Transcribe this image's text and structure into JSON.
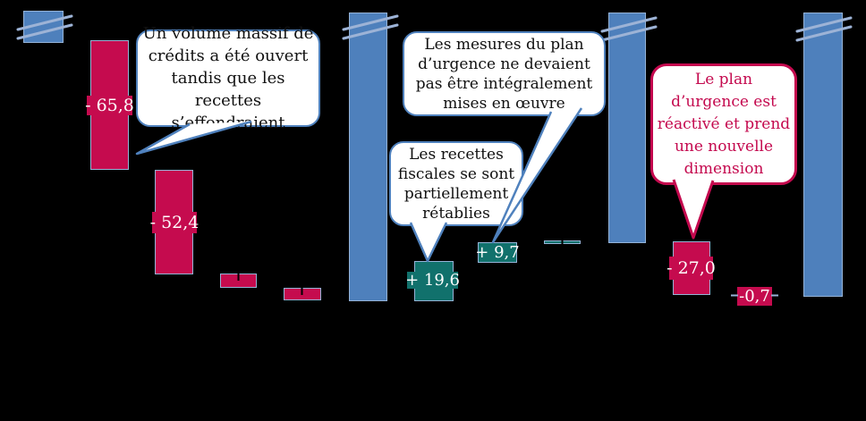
{
  "colors": {
    "background": "#000000",
    "level_bar_blue": "#4E80BC",
    "decrease_bar_red": "#C50B4E",
    "increase_bar_teal": "#11716C",
    "bar_border_light_blue": "#95B3D7",
    "axis_break_mark": "#9DB3D6",
    "callout_border_blue": "#4F81BD",
    "callout_border_red": "#C4094E"
  },
  "chart_data": {
    "type": "waterfall",
    "orientation": "vertical",
    "title": "",
    "xlabel": "",
    "ylabel": "",
    "grid": false,
    "legend": false,
    "value_format": "French decimal comma, labels printed on bars",
    "bars": [
      {
        "index": 0,
        "role": "level",
        "style": "blue",
        "axis_break": true,
        "label": ""
      },
      {
        "index": 1,
        "role": "decrease",
        "style": "red",
        "axis_break": false,
        "label": "- 65,8",
        "value": -65.8
      },
      {
        "index": 2,
        "role": "decrease",
        "style": "red",
        "axis_break": false,
        "label": "- 52,4",
        "value": -52.4
      },
      {
        "index": 3,
        "role": "decrease",
        "style": "red",
        "axis_break": false,
        "label": "",
        "value_estimate": -7
      },
      {
        "index": 4,
        "role": "decrease",
        "style": "red",
        "axis_break": false,
        "label": "",
        "value_estimate": -6
      },
      {
        "index": 5,
        "role": "level",
        "style": "blue",
        "axis_break": true,
        "label": ""
      },
      {
        "index": 6,
        "role": "increase",
        "style": "teal",
        "axis_break": false,
        "label": "+ 19,6",
        "value": 19.6
      },
      {
        "index": 7,
        "role": "increase",
        "style": "teal",
        "axis_break": false,
        "label": "+ 9,7",
        "value": 9.7
      },
      {
        "index": 8,
        "role": "increase",
        "style": "teal",
        "axis_break": false,
        "label": "",
        "value_estimate": 0
      },
      {
        "index": 9,
        "role": "level",
        "style": "blue",
        "axis_break": true,
        "label": ""
      },
      {
        "index": 10,
        "role": "decrease",
        "style": "red",
        "axis_break": false,
        "label": "- 27,0",
        "value": -27.0
      },
      {
        "index": 11,
        "role": "decrease",
        "style": "red",
        "axis_break": false,
        "label": "-0,7",
        "value": -0.7
      },
      {
        "index": 12,
        "role": "level",
        "style": "blue",
        "axis_break": true,
        "label": ""
      }
    ],
    "callouts": [
      {
        "style": "blue",
        "points_to": "bar - 65,8",
        "text": "Un volume massif de\ncrédits a été ouvert\ntandis que les recettes\ns’effondraient"
      },
      {
        "style": "blue",
        "points_to": "bar + 9,7",
        "text": "Les mesures du plan\nd’urgence ne devaient\npas être intégralement\nmises en œuvre"
      },
      {
        "style": "blue",
        "points_to": "bar + 19,6",
        "text": "Les recettes\nfiscales se sont\npartiellement\nrétablies"
      },
      {
        "style": "red",
        "points_to": "bar - 27,0",
        "text": "Le plan\nd’urgence est\nréactivé et prend\nune nouvelle\ndimension"
      }
    ]
  }
}
